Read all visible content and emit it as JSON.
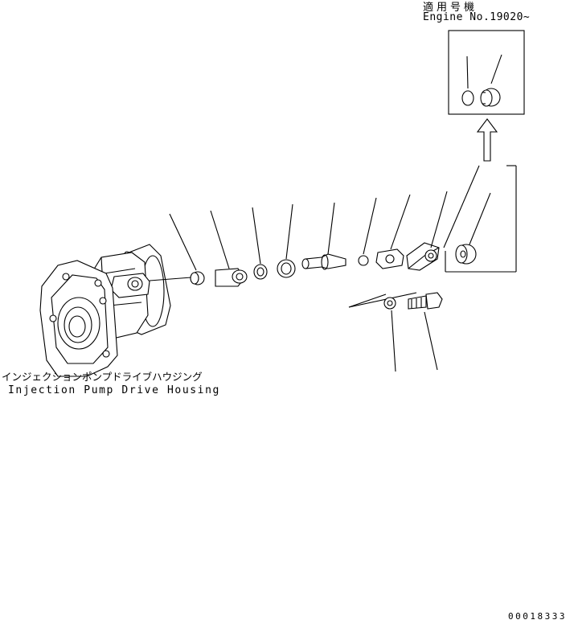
{
  "notes": {
    "applicable_jp": "適用号機",
    "engine_number": "Engine No.19020~"
  },
  "housing": {
    "name_jp": "インジェクションポンプドライブハウジング",
    "name_en": "Injection Pump Drive Housing"
  },
  "drawing_code": "00018333",
  "colors": {
    "line": "#000000",
    "background": "#ffffff"
  }
}
